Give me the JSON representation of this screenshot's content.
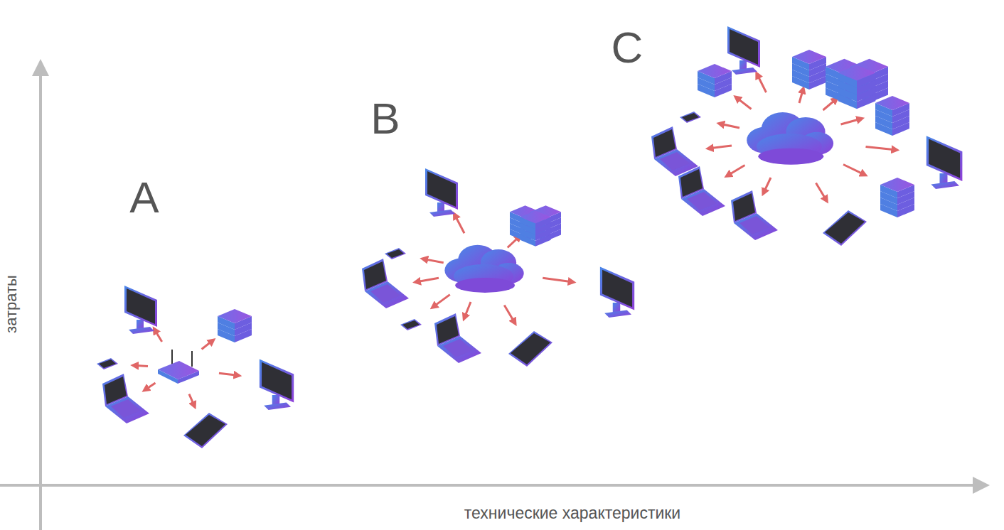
{
  "diagram": {
    "labels": [
      "A",
      "B",
      "C",
      "затраты",
      "технические характеристики"
    ]
  }
}
